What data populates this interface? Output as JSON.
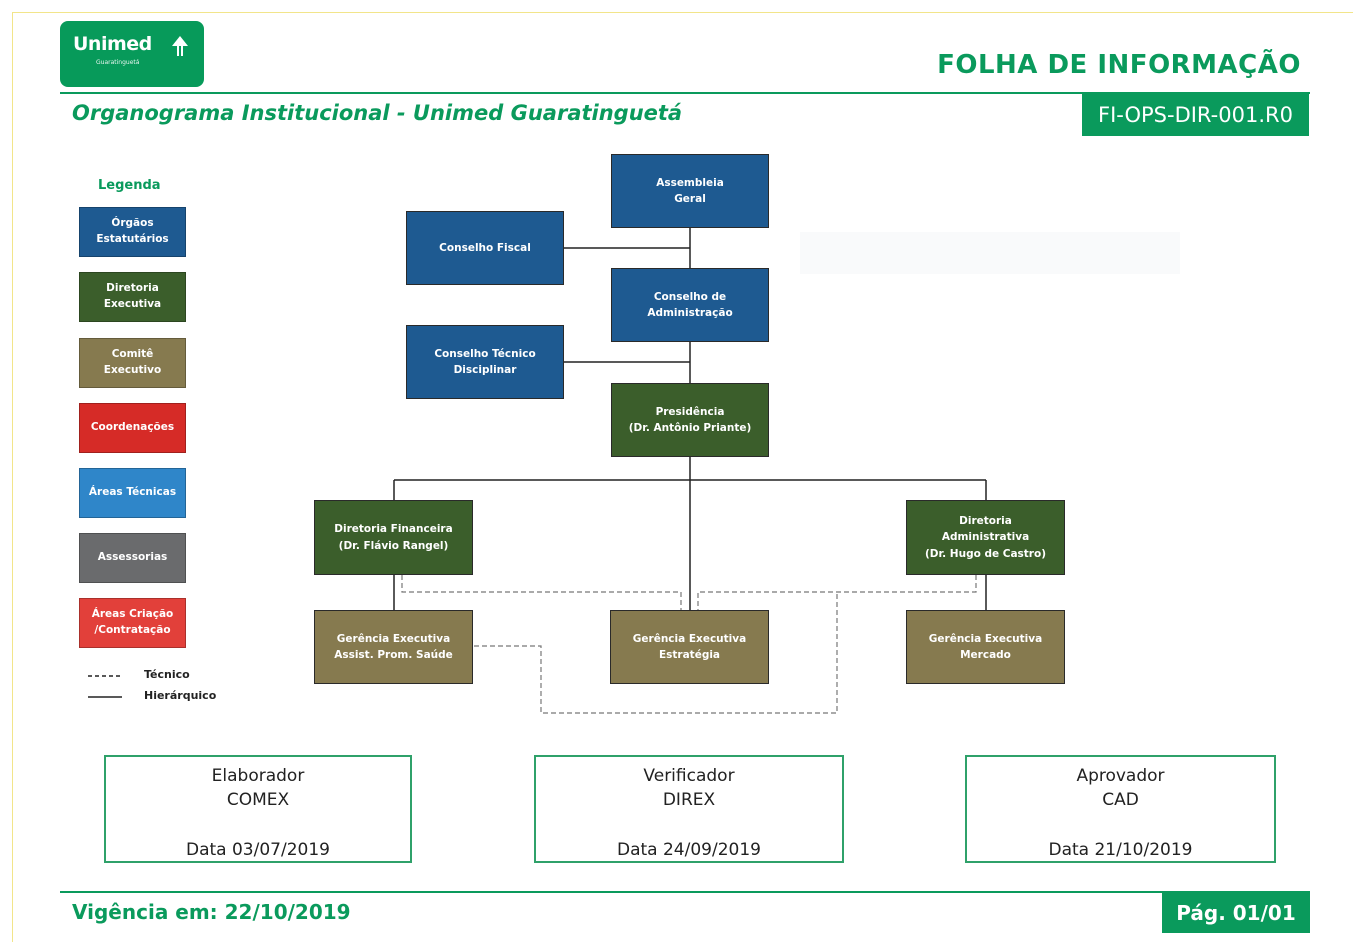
{
  "header": {
    "logo_text": "Unimed",
    "logo_sub": "Guaratinguetá",
    "title": "FOLHA DE INFORMAÇÃO",
    "subtitle": "Organograma Institucional - Unimed Guaratinguetá",
    "doc_code": "FI-OPS-DIR-001.R0"
  },
  "legend": {
    "title": "Legenda",
    "items": [
      {
        "label": "Órgãos\nEstatutários",
        "color": "#1e5a91"
      },
      {
        "label": "Diretoria\nExecutiva",
        "color": "#3b5e2b"
      },
      {
        "label": "Comitê\nExecutivo",
        "color": "#867a4f"
      },
      {
        "label": "Coordenações",
        "color": "#d62b27"
      },
      {
        "label": "Áreas Técnicas",
        "color": "#2f86c9"
      },
      {
        "label": "Assessorias",
        "color": "#6a6b6d"
      },
      {
        "label": "Áreas Criação\n/Contratação",
        "color": "#e2403a"
      }
    ],
    "line_tecnico": "Técnico",
    "line_hierarquico": "Hierárquico"
  },
  "org": {
    "assembleia": "Assembleia\nGeral",
    "conselho_fiscal": "Conselho Fiscal",
    "conselho_adm": "Conselho de\nAdministração",
    "conselho_tecnico": "Conselho Técnico\nDisciplinar",
    "presidencia": "Presidência\n(Dr. Antônio Priante)",
    "dir_financeira": "Diretoria Financeira\n(Dr. Flávio Rangel)",
    "dir_administrativa": "Diretoria\nAdministrativa\n(Dr. Hugo de Castro)",
    "ger_saude": "Gerência Executiva\nAssist. Prom. Saúde",
    "ger_estrategia": "Gerência Executiva\nEstratégia",
    "ger_mercado": "Gerência Executiva\nMercado"
  },
  "signatures": [
    {
      "role": "Elaborador",
      "dept": "COMEX",
      "date": "Data 03/07/2019"
    },
    {
      "role": "Verificador",
      "dept": "DIREX",
      "date": "Data 24/09/2019"
    },
    {
      "role": "Aprovador",
      "dept": "CAD",
      "date": "Data 21/10/2019"
    }
  ],
  "footer": {
    "vigencia": "Vigência em: 22/10/2019",
    "pagina": "Pág. 01/01"
  }
}
